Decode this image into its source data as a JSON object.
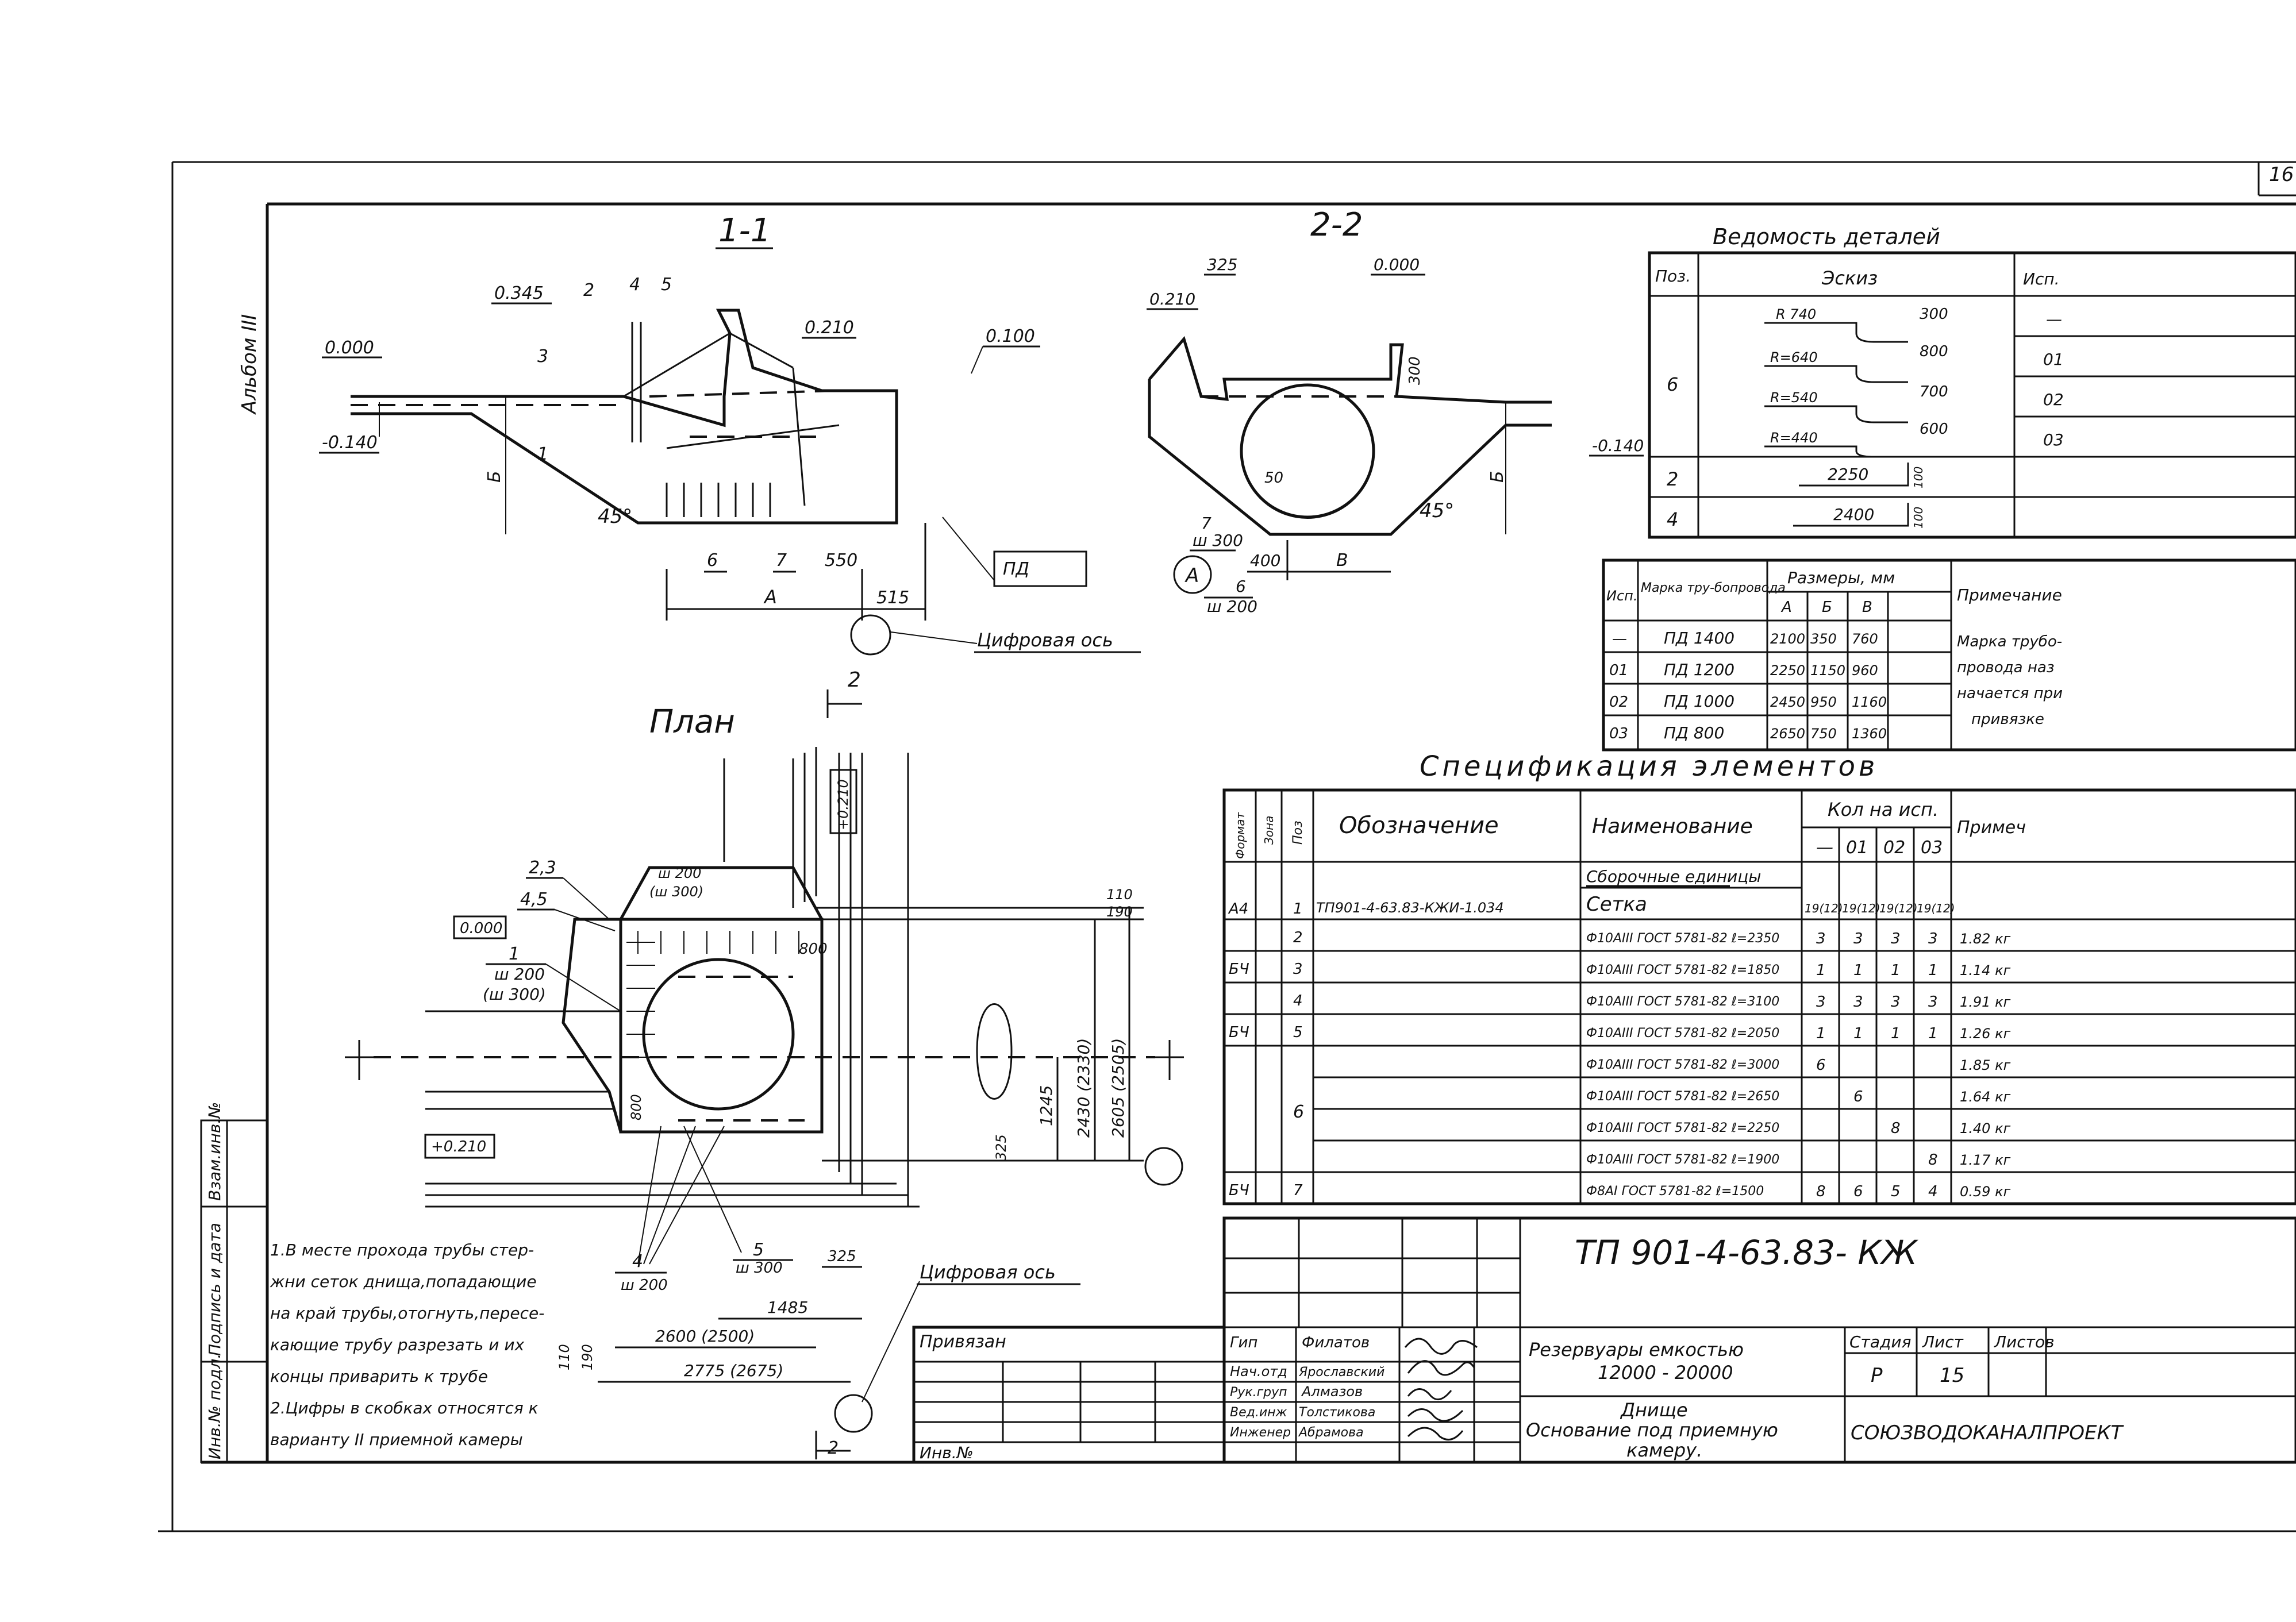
{
  "sheet_number_corner": "16",
  "album_label": "Альбом III",
  "side_stamp": {
    "inv_podl": "Инв.№ подл.",
    "podpis": "Подпись и дата",
    "vzam": "Взам.инв.№"
  },
  "section_1_1": {
    "title": "1-1",
    "marks": [
      "0.345",
      "2",
      "4",
      "5",
      "3",
      "0.000",
      "-0.140",
      "0.210",
      "0.100",
      "1",
      "Б",
      "45°",
      "6",
      "7",
      "550",
      "А",
      "515",
      "ПД"
    ],
    "axis_label": "Цифровая ось"
  },
  "section_2_2": {
    "title": "2-2",
    "marks": [
      "325",
      "0.000",
      "0.210",
      "300",
      "-0.140",
      "Б",
      "45°",
      "50",
      "7",
      "ш 300",
      "6",
      "ш 200",
      "400",
      "В",
      "A"
    ]
  },
  "plan": {
    "title": "План",
    "marks": [
      "2,3",
      "ш 200",
      "(ш 300)",
      "4,5",
      "0.000",
      "1",
      "ш 200",
      "(ш 300)",
      "+0.210",
      "110",
      "190",
      "800",
      "1245",
      "2430 (2330)",
      "2605 (2505)",
      "325",
      "800",
      "+0.210",
      "5",
      "ш 300",
      "4",
      "ш 200",
      "325",
      "1485",
      "2600 (2500)",
      "2775 (2675)",
      "110",
      "190"
    ],
    "k2_top": "2",
    "k2_bottom": "2",
    "axis_label": "Цифровая ось"
  },
  "notes": [
    "1.В месте прохода трубы стер-",
    "жни сеток днища,попадающие",
    "на край трубы,отогнуть,пересе-",
    "кающие трубу разрезать и их",
    "концы приварить к трубе",
    "2.Цифры в скобках относятся к",
    "варианту II приемной камеры"
  ],
  "details_table": {
    "title": "Ведомость деталей",
    "headers": [
      "Поз.",
      "Эскиз",
      "Исп."
    ],
    "rows": [
      {
        "pos": "6",
        "sketch": "R 740",
        "dim": "300",
        "isp": "—"
      },
      {
        "pos": "",
        "sketch": "R=640",
        "dim": "800",
        "isp": "01"
      },
      {
        "pos": "",
        "sketch": "R=540",
        "dim": "700",
        "isp": "02"
      },
      {
        "pos": "",
        "sketch": "R=440",
        "dim": "600",
        "isp": "03"
      },
      {
        "pos": "2",
        "sketch": "2250",
        "dim": "100",
        "isp": ""
      },
      {
        "pos": "4",
        "sketch": "2400",
        "dim": "100",
        "isp": ""
      }
    ]
  },
  "sizes_table": {
    "headers": [
      "Исп.",
      "Марка тру-бопровода",
      "Размеры, мм",
      "А",
      "Б",
      "В",
      "Примечание"
    ],
    "rows": [
      [
        "—",
        "ПД 1400",
        "2100",
        "350",
        "760"
      ],
      [
        "01",
        "ПД 1200",
        "2250",
        "1150",
        "960"
      ],
      [
        "02",
        "ПД 1000",
        "2450",
        "950",
        "1160"
      ],
      [
        "03",
        "ПД 800",
        "2650",
        "750",
        "1360"
      ]
    ],
    "note_lines": [
      "Марка трубо-",
      "провода наз",
      "начается при",
      "привязке"
    ]
  },
  "spec_table": {
    "title": "Спецификация элементов",
    "headers": [
      "Формат",
      "Зона",
      "Поз",
      "Обозначение",
      "Наименование",
      "Кол на исп.",
      "—",
      "01",
      "02",
      "03",
      "Примеч"
    ],
    "subheader": "Сборочные единицы",
    "rows": [
      {
        "fmt": "А4",
        "pos": "1",
        "oboz": "ТП901-4-63.83-КЖИ-1.034",
        "name": "Сетка",
        "q": [
          "19(12)",
          "19(12)",
          "19(12)",
          "19(12)"
        ],
        "note": ""
      },
      {
        "fmt": "",
        "pos": "2",
        "oboz": "",
        "name": "Ф10АIII ГОСТ 5781-82 ℓ=2350",
        "q": [
          "3",
          "3",
          "3",
          "3"
        ],
        "note": "1.82 кг"
      },
      {
        "fmt": "БЧ",
        "pos": "3",
        "oboz": "",
        "name": "Ф10АIII ГОСТ 5781-82 ℓ=1850",
        "q": [
          "1",
          "1",
          "1",
          "1"
        ],
        "note": "1.14 кг"
      },
      {
        "fmt": "",
        "pos": "4",
        "oboz": "",
        "name": "Ф10АIII ГОСТ 5781-82 ℓ=3100",
        "q": [
          "3",
          "3",
          "3",
          "3"
        ],
        "note": "1.91 кг"
      },
      {
        "fmt": "БЧ",
        "pos": "5",
        "oboz": "",
        "name": "Ф10АIII ГОСТ 5781-82 ℓ=2050",
        "q": [
          "1",
          "1",
          "1",
          "1"
        ],
        "note": "1.26 кг"
      },
      {
        "fmt": "",
        "pos": "",
        "oboz": "",
        "name": "Ф10АIII ГОСТ 5781-82 ℓ=3000",
        "q": [
          "6",
          "",
          "",
          ""
        ],
        "note": "1.85 кг"
      },
      {
        "fmt": "",
        "pos": "6",
        "oboz": "",
        "name": "Ф10АIII ГОСТ 5781-82 ℓ=2650",
        "q": [
          "",
          "6",
          "",
          ""
        ],
        "note": "1.64 кг"
      },
      {
        "fmt": "",
        "pos": "",
        "oboz": "",
        "name": "Ф10АIII ГОСТ 5781-82 ℓ=2250",
        "q": [
          "",
          "",
          "8",
          ""
        ],
        "note": "1.40 кг"
      },
      {
        "fmt": "",
        "pos": "",
        "oboz": "",
        "name": "Ф10АIII ГОСТ 5781-82 ℓ=1900",
        "q": [
          "",
          "",
          "",
          "8"
        ],
        "note": "1.17 кг"
      },
      {
        "fmt": "БЧ",
        "pos": "7",
        "oboz": "",
        "name": "Ф8АI ГОСТ 5781-82 ℓ=1500",
        "q": [
          "8",
          "6",
          "5",
          "4"
        ],
        "note": "0.59 кг"
      }
    ]
  },
  "title_block": {
    "code": "ТП 901-4-63.83- КЖ",
    "privyazan": "Привязан",
    "inv": "Инв.№",
    "roles": [
      "Гип",
      "Нач.отд",
      "Рук.груп",
      "Вед.инж",
      "Инженер"
    ],
    "names": [
      "Филатов",
      "Ярославский",
      "Алмазов",
      "Толстикова",
      "Абрамова"
    ],
    "object_line1": "Резервуары емкостью",
    "object_line2": "12000 - 20000",
    "sheet_line1": "Днище",
    "sheet_line2": "Основание под приемную",
    "sheet_line3": "камеру.",
    "stage_label": "Стадия",
    "sheet_label": "Лист",
    "sheets_label": "Листов",
    "stage": "Р",
    "sheet": "15",
    "org": "СОЮЗВОДОКАНАЛПРОЕКТ"
  }
}
